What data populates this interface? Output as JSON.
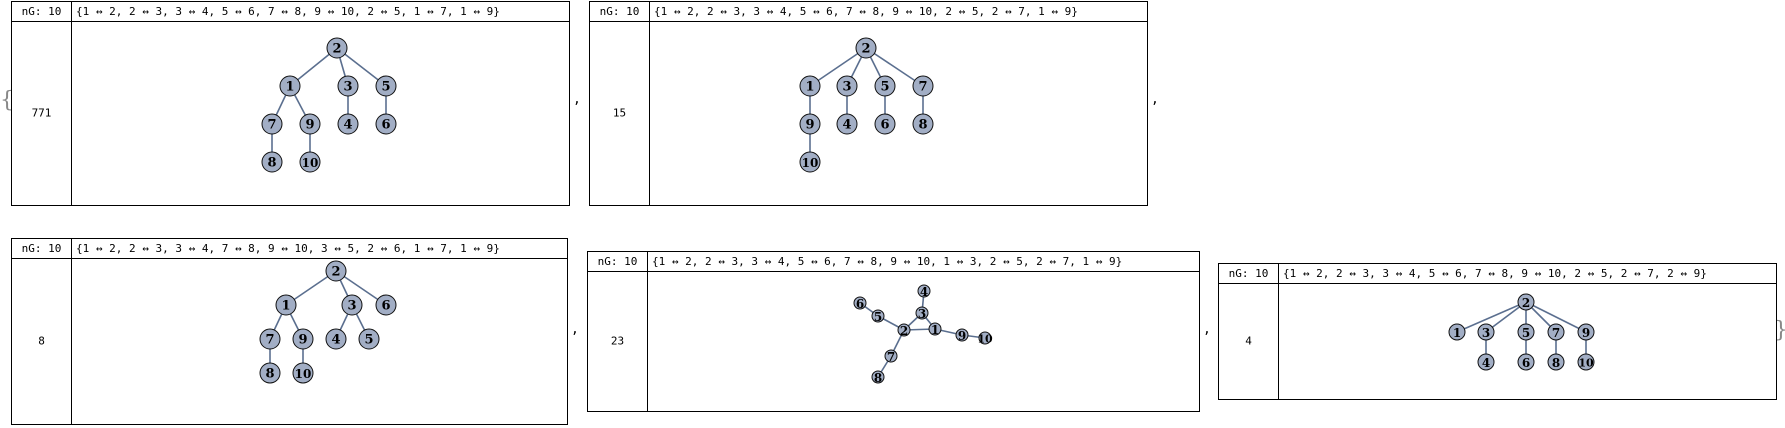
{
  "colors": {
    "node_fill": "#a2aec5",
    "edge": "#5b6f8f",
    "border": "#000000"
  },
  "braces": {
    "open": "{",
    "close": "}"
  },
  "separator": ",",
  "panels": [
    {
      "ng_label": "nG: 10",
      "edges_label": "{1 ↔ 2, 2 ↔ 3, 3 ↔ 4, 5 ↔ 6, 7 ↔ 8, 9 ↔ 10, 2 ↔ 5, 1 ↔ 7, 1 ↔ 9}",
      "count": "771",
      "graph": {
        "edges": [
          [
            1,
            2
          ],
          [
            2,
            3
          ],
          [
            3,
            4
          ],
          [
            5,
            6
          ],
          [
            7,
            8
          ],
          [
            9,
            10
          ],
          [
            2,
            5
          ],
          [
            1,
            7
          ],
          [
            1,
            9
          ]
        ]
      }
    },
    {
      "ng_label": "nG: 10",
      "edges_label": "{1 ↔ 2, 2 ↔ 3, 3 ↔ 4, 5 ↔ 6, 7 ↔ 8, 9 ↔ 10, 2 ↔ 5, 2 ↔ 7, 1 ↔ 9}",
      "count": "15",
      "graph": {
        "edges": [
          [
            1,
            2
          ],
          [
            2,
            3
          ],
          [
            3,
            4
          ],
          [
            5,
            6
          ],
          [
            7,
            8
          ],
          [
            9,
            10
          ],
          [
            2,
            5
          ],
          [
            2,
            7
          ],
          [
            1,
            9
          ]
        ]
      }
    },
    {
      "ng_label": "nG: 10",
      "edges_label": "{1 ↔ 2, 2 ↔ 3, 3 ↔ 4, 7 ↔ 8, 9 ↔ 10, 3 ↔ 5, 2 ↔ 6, 1 ↔ 7, 1 ↔ 9}",
      "count": "8",
      "graph": {
        "edges": [
          [
            1,
            2
          ],
          [
            2,
            3
          ],
          [
            3,
            4
          ],
          [
            7,
            8
          ],
          [
            9,
            10
          ],
          [
            3,
            5
          ],
          [
            2,
            6
          ],
          [
            1,
            7
          ],
          [
            1,
            9
          ]
        ]
      }
    },
    {
      "ng_label": "nG: 10",
      "edges_label": "{1 ↔ 2, 2 ↔ 3, 3 ↔ 4, 5 ↔ 6, 7 ↔ 8, 9 ↔ 10, 1 ↔ 3, 2 ↔ 5, 2 ↔ 7, 1 ↔ 9}",
      "count": "23",
      "graph": {
        "edges": [
          [
            1,
            2
          ],
          [
            2,
            3
          ],
          [
            3,
            4
          ],
          [
            5,
            6
          ],
          [
            7,
            8
          ],
          [
            9,
            10
          ],
          [
            1,
            3
          ],
          [
            2,
            5
          ],
          [
            2,
            7
          ],
          [
            1,
            9
          ]
        ]
      }
    },
    {
      "ng_label": "nG: 10",
      "edges_label": "{1 ↔ 2, 2 ↔ 3, 3 ↔ 4, 5 ↔ 6, 7 ↔ 8, 9 ↔ 10, 2 ↔ 5, 2 ↔ 7, 2 ↔ 9}",
      "count": "4",
      "graph": {
        "edges": [
          [
            1,
            2
          ],
          [
            2,
            3
          ],
          [
            3,
            4
          ],
          [
            5,
            6
          ],
          [
            7,
            8
          ],
          [
            9,
            10
          ],
          [
            2,
            5
          ],
          [
            2,
            7
          ],
          [
            2,
            9
          ]
        ]
      }
    }
  ]
}
